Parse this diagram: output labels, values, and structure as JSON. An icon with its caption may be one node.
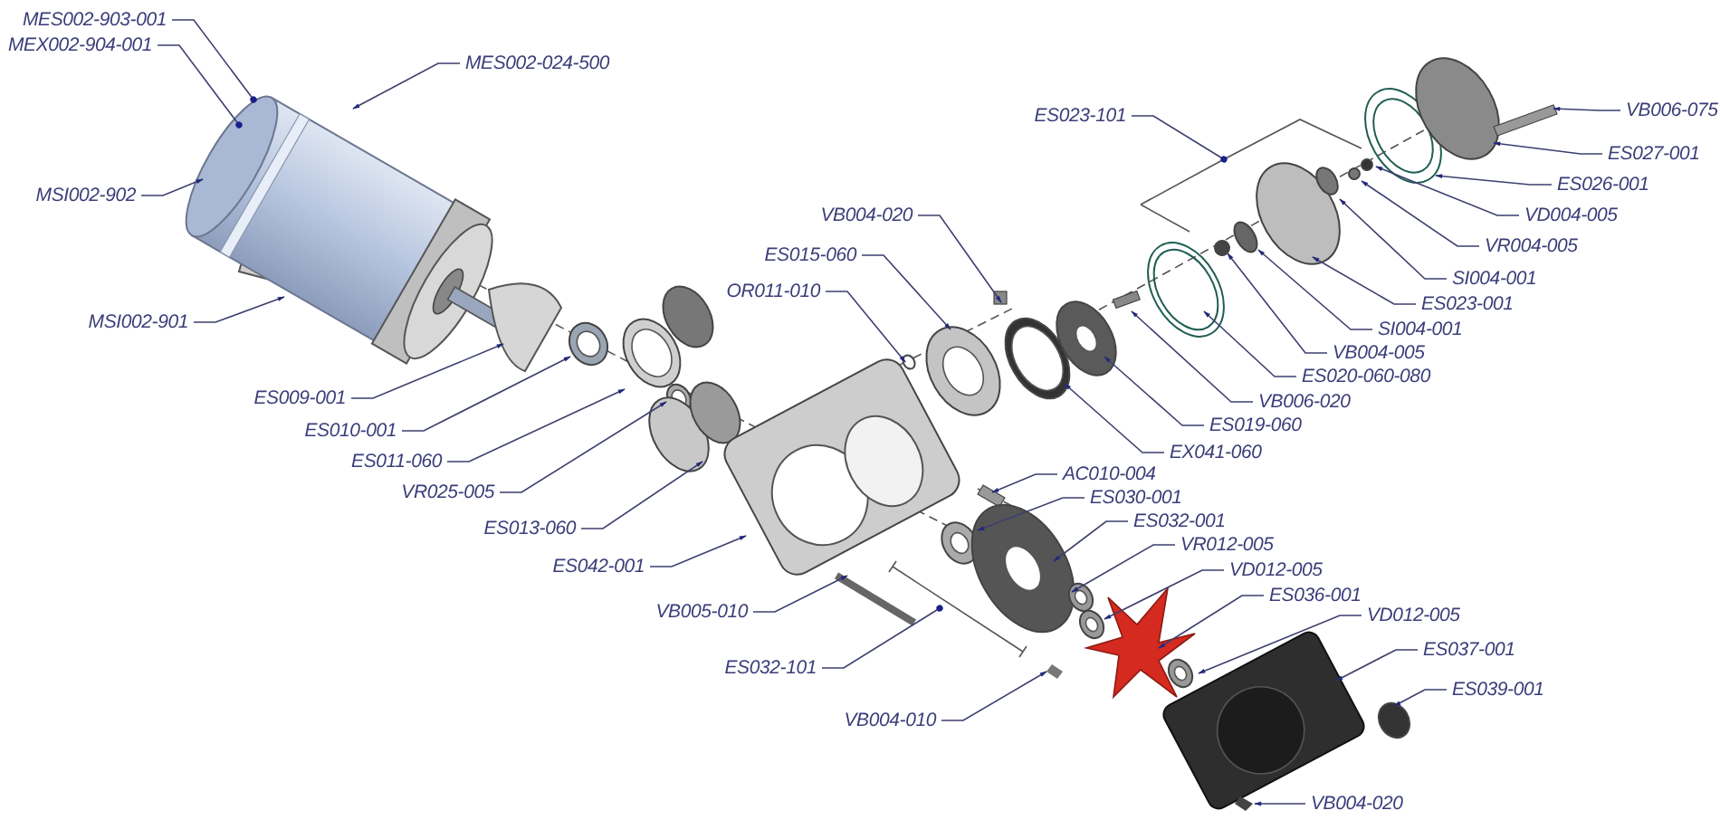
{
  "diagram": {
    "nodes": [
      {
        "text": [
          "MES002-903-001"
        ]
      },
      {
        "text": [
          "MEX002-904-001"
        ]
      },
      {
        "text": [
          "MES002-024-500"
        ]
      },
      {
        "text": [
          "MSI002-902"
        ]
      },
      {
        "text": [
          "MSI002-901"
        ]
      },
      {
        "text": [
          "ES009-001"
        ]
      },
      {
        "text": [
          "ES010-001"
        ]
      },
      {
        "text": [
          "ES011-060"
        ]
      },
      {
        "text": [
          "VR025-005"
        ]
      },
      {
        "text": [
          "ES013-060"
        ]
      },
      {
        "text": [
          "ES042-001"
        ]
      },
      {
        "text": [
          "VB005-010"
        ]
      },
      {
        "text": [
          "ES032-101"
        ]
      },
      {
        "text": [
          "VB004-010"
        ]
      },
      {
        "text": [
          "VB004-020"
        ]
      },
      {
        "text": [
          "ES015-060"
        ]
      },
      {
        "text": [
          "OR011-010"
        ]
      },
      {
        "text": [
          "EX041-060"
        ]
      },
      {
        "text": [
          "ES019-060"
        ]
      },
      {
        "text": [
          "VB006-020"
        ]
      },
      {
        "text": [
          "ES020-060-080"
        ]
      },
      {
        "text": [
          "VB004-005"
        ]
      },
      {
        "text": [
          "SI004-001"
        ]
      },
      {
        "text": [
          "ES023-001"
        ]
      },
      {
        "text": [
          "SI004-001"
        ]
      },
      {
        "text": [
          "VR004-005"
        ]
      },
      {
        "text": [
          "VD004-005"
        ]
      },
      {
        "text": [
          "ES026-001"
        ]
      },
      {
        "text": [
          "ES027-001"
        ]
      },
      {
        "text": [
          "VB006-075"
        ]
      },
      {
        "text": [
          "ES023-101"
        ]
      },
      {
        "text": [
          "AC010-004"
        ]
      },
      {
        "text": [
          "ES030-001"
        ]
      },
      {
        "text": [
          "ES032-001"
        ]
      },
      {
        "text": [
          "VR012-005"
        ]
      },
      {
        "text": [
          "VD012-005"
        ]
      },
      {
        "text": [
          "ES036-001"
        ]
      },
      {
        "text": [
          "VD012-005"
        ]
      },
      {
        "text": [
          "ES037-001"
        ]
      },
      {
        "text": [
          "ES039-001"
        ]
      },
      {
        "text": [
          "VB004-020"
        ]
      }
    ],
    "edges": [
      {
        "from": 0,
        "to": null,
        "arrow": "other"
      },
      {
        "from": 1,
        "to": null,
        "arrow": "other"
      },
      {
        "from": 2,
        "to": null,
        "arrow": "to"
      },
      {
        "from": 3,
        "to": null,
        "arrow": "to"
      },
      {
        "from": 4,
        "to": null,
        "arrow": "to"
      },
      {
        "from": 5,
        "to": null,
        "arrow": "to"
      },
      {
        "from": 6,
        "to": null,
        "arrow": "to"
      },
      {
        "from": 7,
        "to": null,
        "arrow": "to"
      },
      {
        "from": 8,
        "to": null,
        "arrow": "to"
      },
      {
        "from": 9,
        "to": null,
        "arrow": "to"
      },
      {
        "from": 10,
        "to": null,
        "arrow": "to"
      },
      {
        "from": 11,
        "to": null,
        "arrow": "to"
      },
      {
        "from": 12,
        "to": null,
        "arrow": "other"
      },
      {
        "from": 13,
        "to": null,
        "arrow": "to"
      },
      {
        "from": 14,
        "to": null,
        "arrow": "to"
      },
      {
        "from": 15,
        "to": null,
        "arrow": "to"
      },
      {
        "from": 16,
        "to": null,
        "arrow": "to"
      },
      {
        "from": 17,
        "to": null,
        "arrow": "to"
      },
      {
        "from": 18,
        "to": null,
        "arrow": "to"
      },
      {
        "from": 19,
        "to": null,
        "arrow": "to"
      },
      {
        "from": 20,
        "to": null,
        "arrow": "to"
      },
      {
        "from": 21,
        "to": null,
        "arrow": "to"
      },
      {
        "from": 22,
        "to": null,
        "arrow": "to"
      },
      {
        "from": 23,
        "to": null,
        "arrow": "to"
      },
      {
        "from": 24,
        "to": null,
        "arrow": "to"
      },
      {
        "from": 25,
        "to": null,
        "arrow": "to"
      },
      {
        "from": 26,
        "to": null,
        "arrow": "to"
      },
      {
        "from": 27,
        "to": null,
        "arrow": "to"
      },
      {
        "from": 28,
        "to": null,
        "arrow": "to"
      },
      {
        "from": 29,
        "to": null,
        "arrow": "to"
      },
      {
        "from": 30,
        "to": null,
        "arrow": "other"
      },
      {
        "from": 31,
        "to": null,
        "arrow": "to"
      },
      {
        "from": 32,
        "to": null,
        "arrow": "to"
      },
      {
        "from": 33,
        "to": null,
        "arrow": "to"
      },
      {
        "from": 34,
        "to": null,
        "arrow": "to"
      },
      {
        "from": 35,
        "to": null,
        "arrow": "to"
      },
      {
        "from": 36,
        "to": null,
        "arrow": "to"
      },
      {
        "from": 37,
        "to": null,
        "arrow": "to"
      },
      {
        "from": 38,
        "to": null,
        "arrow": "to"
      },
      {
        "from": 39,
        "to": null,
        "arrow": "to"
      },
      {
        "from": 40,
        "to": null,
        "arrow": "to"
      }
    ]
  }
}
